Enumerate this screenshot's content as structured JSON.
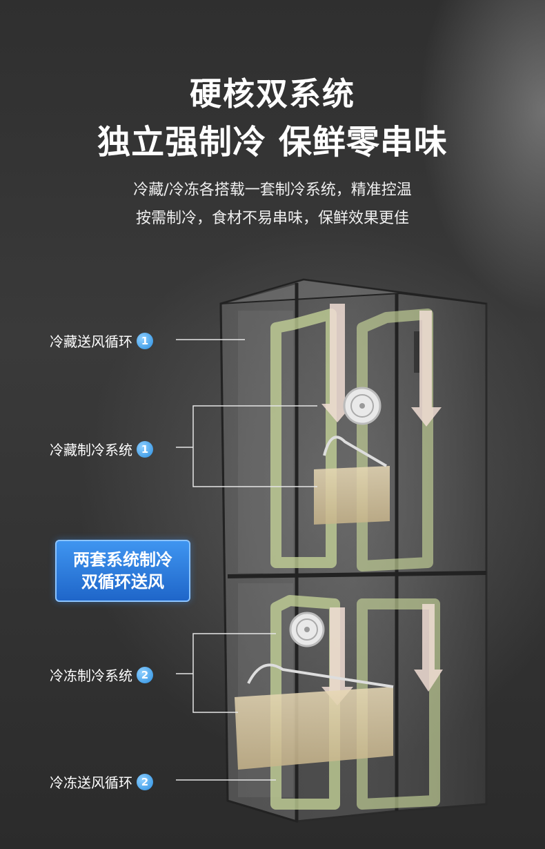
{
  "header": {
    "title_line1": "硬核双系统",
    "title_line2": "独立强制冷 保鲜零串味",
    "desc_line1": "冷藏/冷冻各搭载一套制冷系统，精准控温",
    "desc_line2": "按需制冷，食材不易串味，保鲜效果更佳"
  },
  "labels": {
    "fridge_air": {
      "text": "冷藏送风循环",
      "num": "1"
    },
    "fridge_cool": {
      "text": "冷藏制冷系统",
      "num": "1"
    },
    "freezer_cool": {
      "text": "冷冻制冷系统",
      "num": "2"
    },
    "freezer_air": {
      "text": "冷冻送风循环",
      "num": "2"
    }
  },
  "callout": {
    "line1": "两套系统制冷",
    "line2": "双循环送风"
  },
  "icons": [
    "fan-icon",
    "evaporator-icon",
    "airflow-arrow-icon"
  ],
  "colors": {
    "accent_blue": "#2a8ee0",
    "airflow_green": "#c8d79a",
    "airflow_pink": "#f0ddd3"
  }
}
